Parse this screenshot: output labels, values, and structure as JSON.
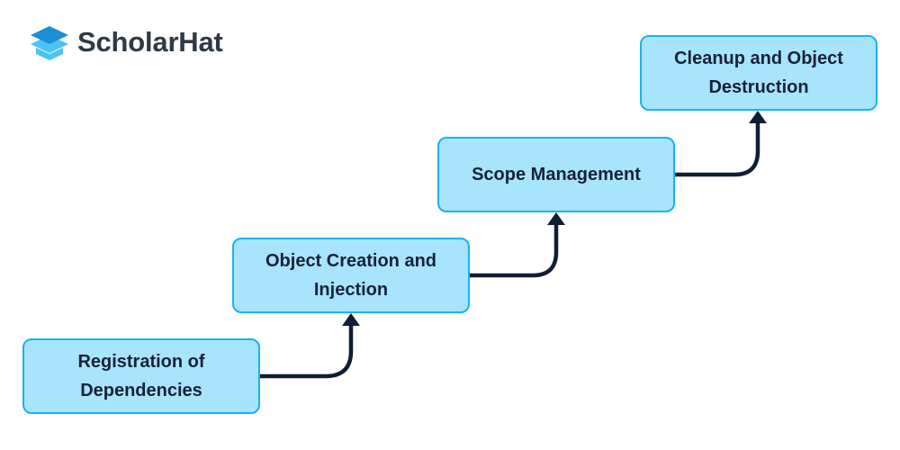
{
  "brand": {
    "name": "ScholarHat",
    "colors": {
      "logo_top": "#1a8fd6",
      "logo_bottom": "#4cc2f5",
      "text": "#2e3a45"
    }
  },
  "diagram": {
    "steps": [
      {
        "label_line1": "Registration of",
        "label_line2": "Dependencies"
      },
      {
        "label_line1": "Object Creation and",
        "label_line2": "Injection"
      },
      {
        "label_line1": "Scope Management",
        "label_line2": ""
      },
      {
        "label_line1": "Cleanup and Object",
        "label_line2": "Destruction"
      }
    ],
    "colors": {
      "box_fill": "#a8e4fb",
      "box_border": "#1ab2ef",
      "arrow": "#0f1f33",
      "text": "#16213a"
    },
    "connector_style": "curved-arrow-up"
  }
}
